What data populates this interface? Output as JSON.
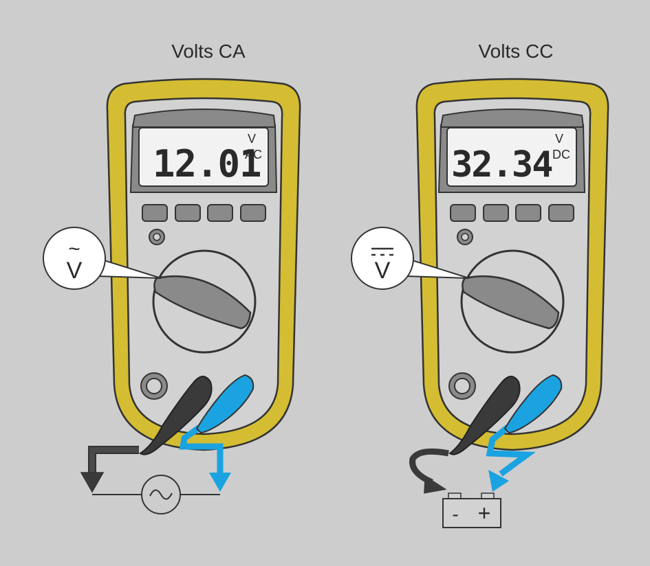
{
  "meters": [
    {
      "title": "Volts CA",
      "reading": "12.01",
      "unit": "V",
      "mode": "AC",
      "dial_symbol": "~",
      "dial_unit": "V",
      "source_icon": "ac-sine-source-icon"
    },
    {
      "title": "Volts CC",
      "reading": "32.34",
      "unit": "V",
      "mode": "DC",
      "dial_symbol": "⎓",
      "dial_unit": "V",
      "battery": {
        "minus": "-",
        "plus": "+"
      },
      "source_icon": "battery-icon"
    }
  ],
  "colors": {
    "background": "#cdcdcd",
    "body": "#d4bd32",
    "face": "#d2d2d2",
    "screen": "#f2f2f2",
    "black_lead": "#3a3a3a",
    "red_lead": "#1aa3e0",
    "outline": "#333333"
  }
}
